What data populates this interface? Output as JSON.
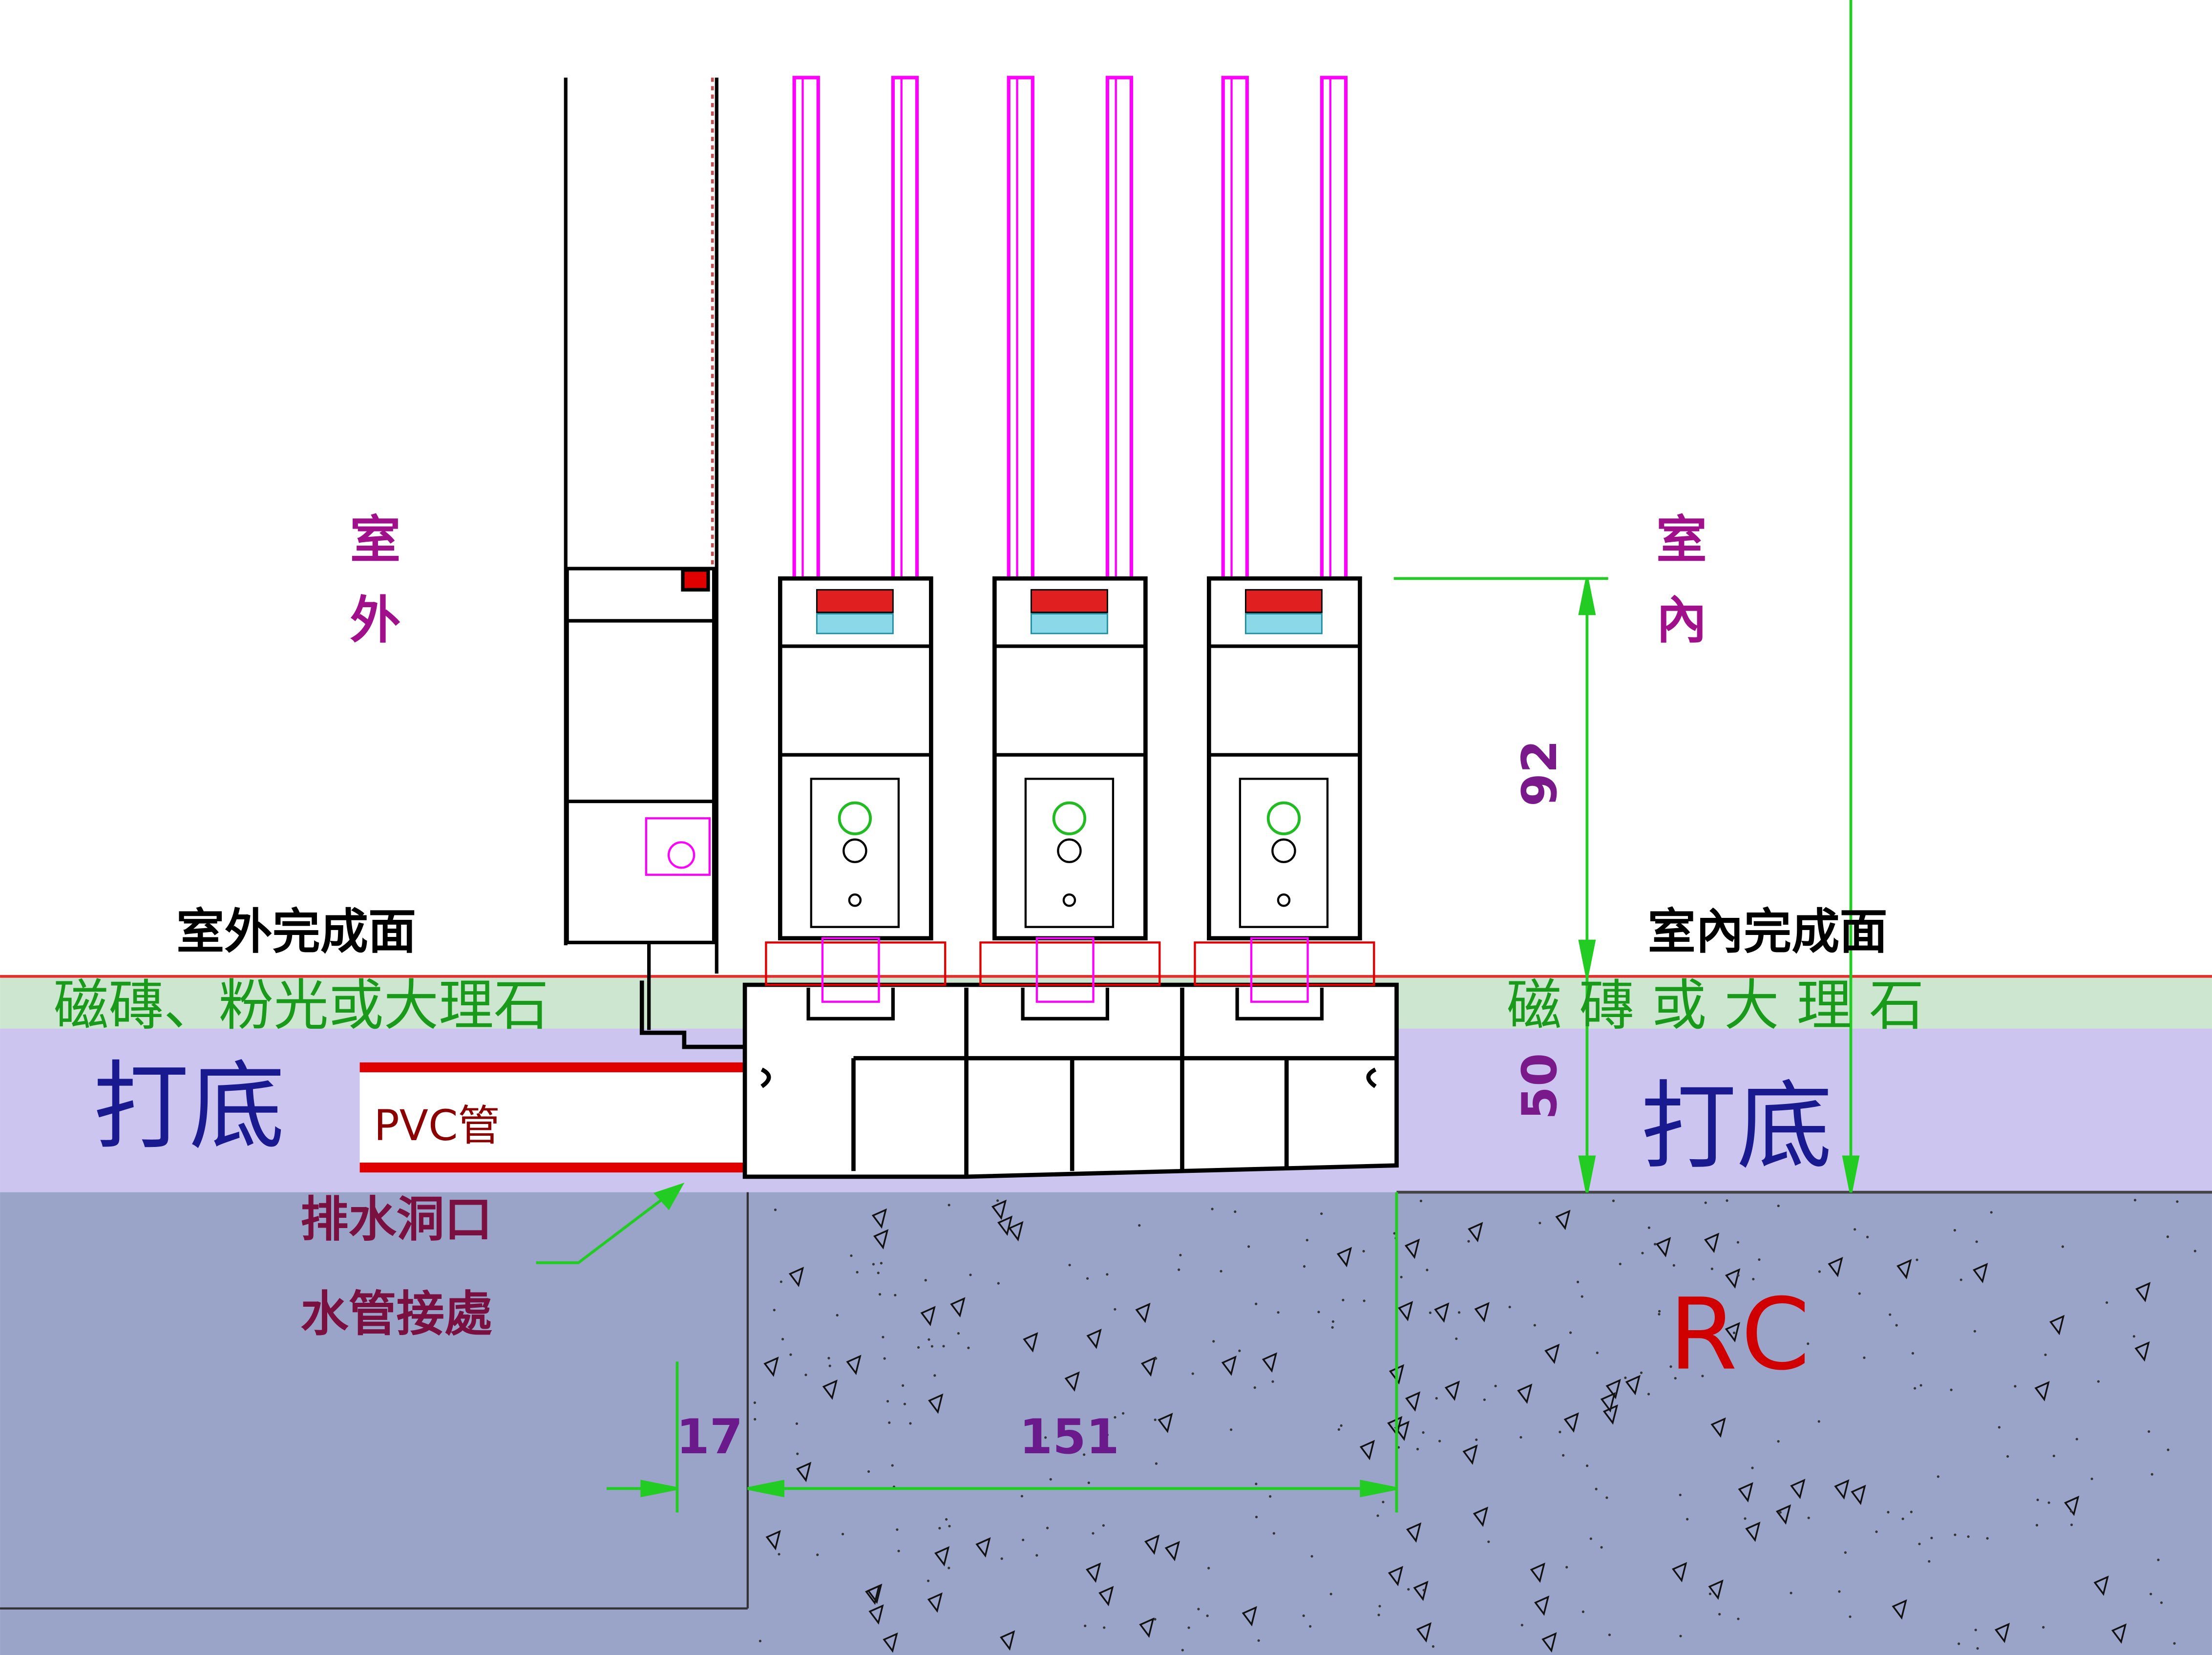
{
  "labels": {
    "outdoor": [
      "室",
      "外"
    ],
    "indoor": [
      "室",
      "內"
    ],
    "outdoor_finish": "室外完成面",
    "indoor_finish": "室內完成面",
    "outdoor_finish_material": "磁磚、粉光或大理石",
    "indoor_finish_material": "磁 磚 或 大 理 石",
    "base_left": "打底",
    "base_right": "打底",
    "pvc_pipe": "PVC管",
    "drain_hole": "排水洞口",
    "pipe_joint": "水管接處",
    "concrete": "RC"
  },
  "dimensions": {
    "sash_height": "92",
    "floor_thickness": "50",
    "offset": "17",
    "frame_width": "151"
  },
  "colors": {
    "finish_band": "#cde6cf",
    "base_band": "#cbc5ef",
    "concrete": "#9aa4c8",
    "glass": "#ff00ff",
    "dimension": "#22cc22",
    "finish_line": "#e03030"
  }
}
